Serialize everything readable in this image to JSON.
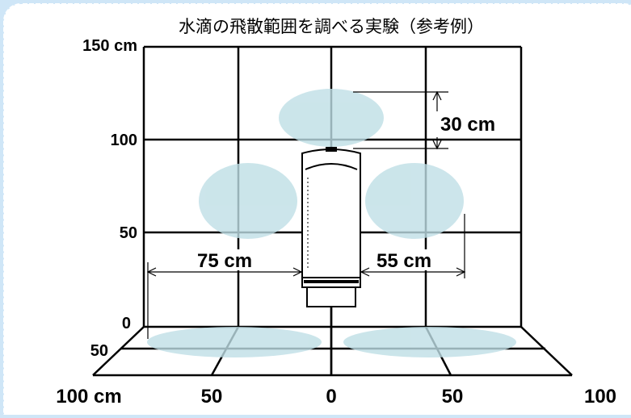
{
  "title": "水滴の飛散範囲を調べる実験（参考例）",
  "y_axis": {
    "labels": [
      "150 cm",
      "100",
      "50",
      "0"
    ]
  },
  "depth_axis": {
    "label": "50"
  },
  "x_axis": {
    "labels": [
      "100 cm",
      "50",
      "0",
      "50",
      "100"
    ]
  },
  "dimensions": {
    "top": "30 cm",
    "left": "75 cm",
    "right": "55 cm"
  },
  "colors": {
    "background": "#cfe6f7",
    "panel": "#ffffff",
    "splash": "#cfe6ec",
    "line": "#000000"
  }
}
